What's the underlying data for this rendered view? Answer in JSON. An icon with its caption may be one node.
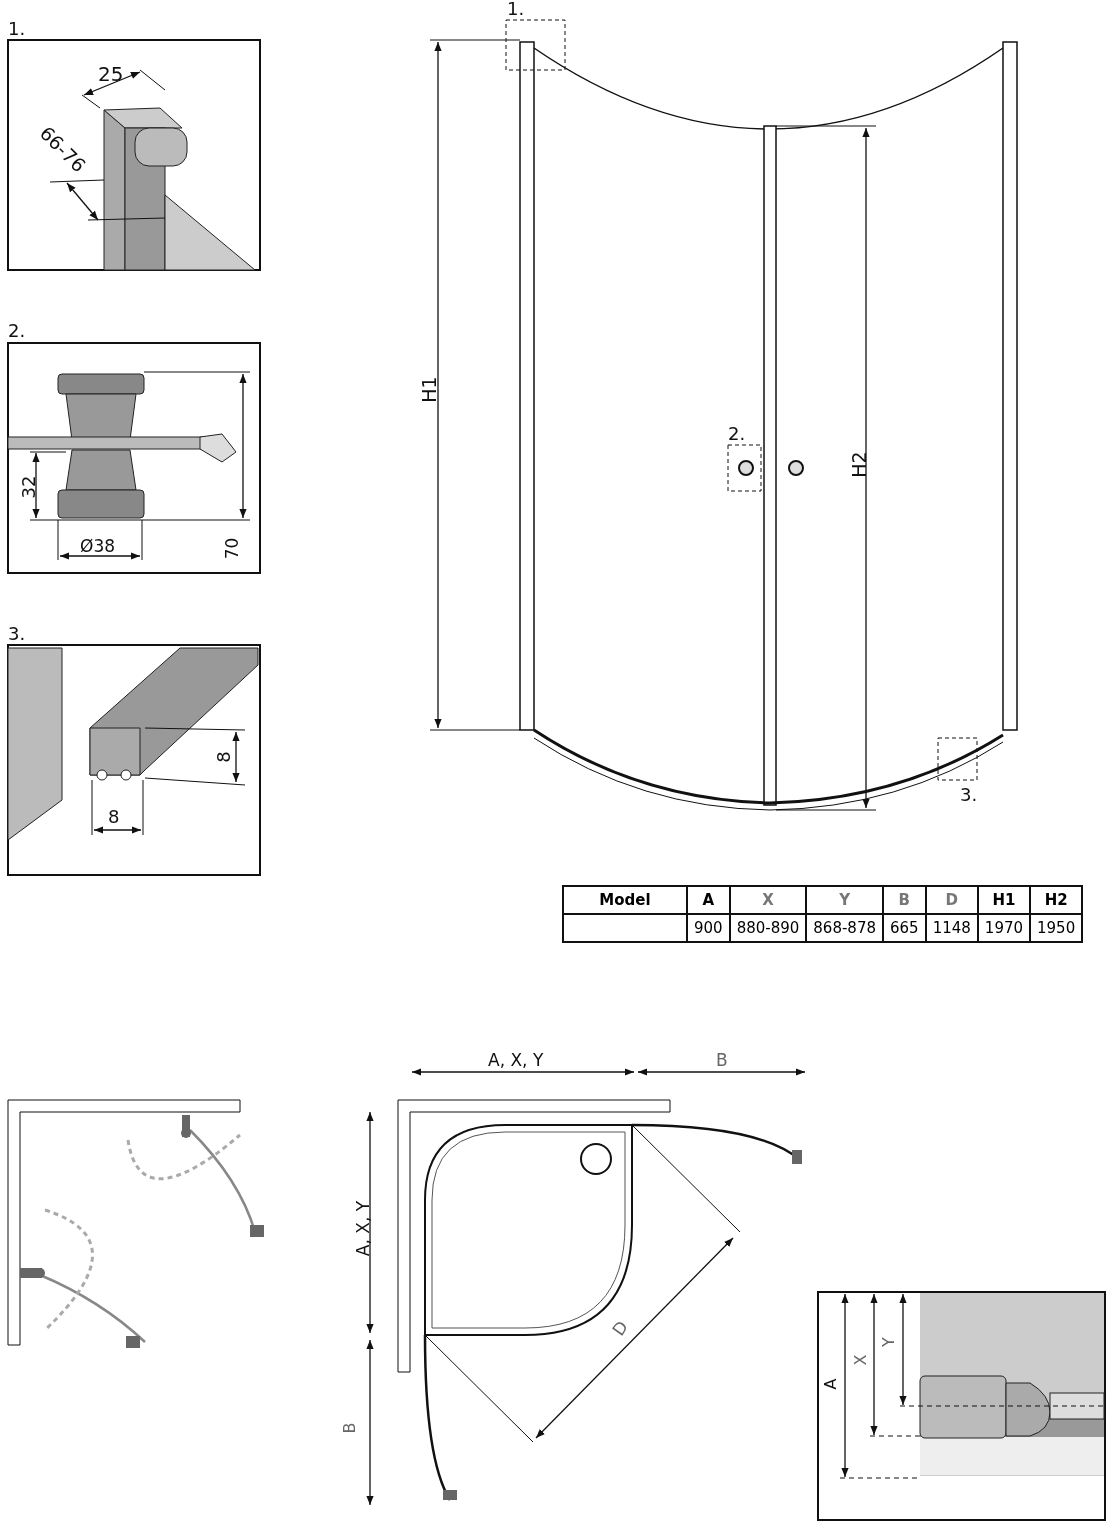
{
  "diagram": {
    "labels": [
      "1.",
      "1.",
      "25",
      "66-76",
      "H1",
      "2.",
      "2.",
      "H2",
      "32",
      "Ø38",
      "70",
      "3.",
      "8",
      "8",
      "3.",
      "Model",
      "A",
      "X",
      "Y",
      "B",
      "D",
      "H1",
      "H2",
      "900",
      "880-890",
      "868-878",
      "665",
      "1148",
      "1970",
      "1950",
      "A, X, Y",
      "B",
      "A, X, Y",
      "D",
      "B",
      "A",
      "X",
      "Y"
    ]
  }
}
